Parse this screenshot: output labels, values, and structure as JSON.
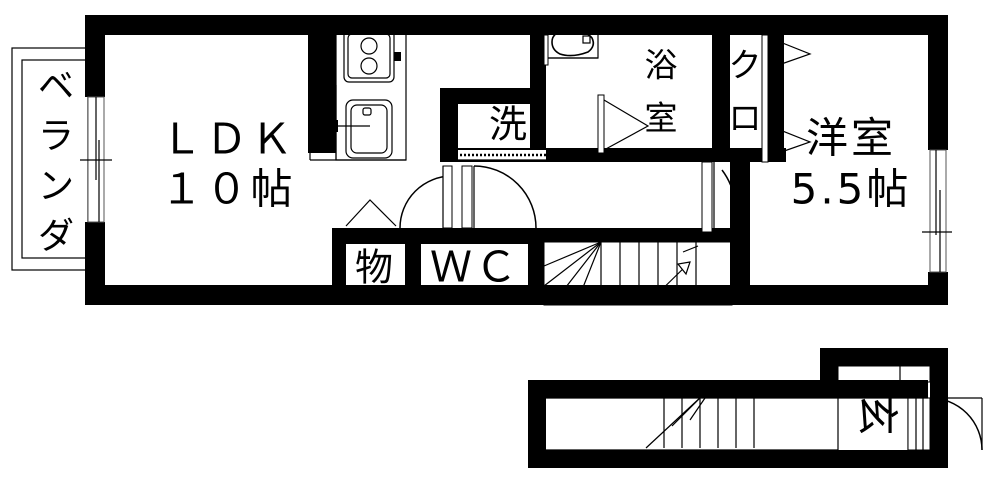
{
  "plan": {
    "title": "間取図",
    "background_color": "#ffffff",
    "wall_color": "#000000",
    "line_color": "#000000"
  },
  "upper_floor": {
    "rooms": [
      {
        "key": "ldk",
        "label": "ＬＤＫ",
        "size": "１０帖",
        "name": "ldk-room"
      },
      {
        "key": "sen",
        "label": "洗",
        "size": "",
        "name": "washroom"
      },
      {
        "key": "yokushitsu",
        "label": "浴室",
        "size": "",
        "name": "bathroom"
      },
      {
        "key": "kuro",
        "label": "クロ",
        "size": "",
        "name": "closet"
      },
      {
        "key": "yoshitsu",
        "label": "洋室",
        "size": "5.5帖",
        "name": "western-room"
      },
      {
        "key": "mono",
        "label": "物",
        "size": "",
        "name": "storage"
      },
      {
        "key": "wc",
        "label": "ＷＣ",
        "size": "",
        "name": "toilet"
      }
    ],
    "ldk_line1": "ＬＤＫ",
    "ldk_line2": "１０帖",
    "yoshitsu_line1": "洋室",
    "yoshitsu_line2": "5.5帖",
    "yokushitsu_line1": "浴",
    "yokushitsu_line2": "室",
    "kuro_line1": "ク",
    "kuro_line2": "ロ",
    "sen_label": "洗",
    "mono_label": "物",
    "wc_label": "ＷＣ",
    "veranda": {
      "label": "ベランダ",
      "chars": [
        "ベ",
        "ラ",
        "ン",
        "ダ"
      ]
    },
    "fixtures": [
      {
        "name": "stove-2-burner",
        "label": ""
      },
      {
        "name": "kitchen-sink",
        "label": ""
      },
      {
        "name": "bathtub",
        "label": ""
      },
      {
        "name": "stairs-up",
        "label": ""
      }
    ]
  },
  "lower_floor": {
    "rooms": [
      {
        "key": "genkan",
        "label": "玄",
        "name": "entrance-genkan"
      }
    ],
    "genkan_label": "玄",
    "fixtures": [
      {
        "name": "stairs-lower",
        "label": ""
      },
      {
        "name": "entrance-door",
        "label": ""
      }
    ]
  }
}
